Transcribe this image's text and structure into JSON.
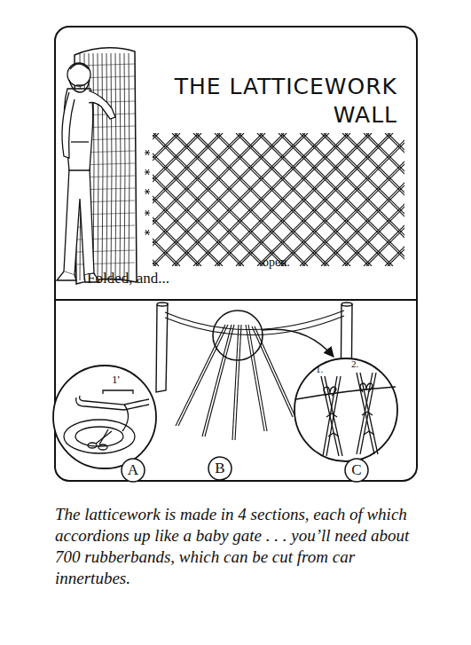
{
  "diagram": {
    "title": "THE LATTICEWORK WALL",
    "caption": "The latticework is made in 4 sections, each of which accordions up like a baby gate . . . you’ll need about 700 rubberbands, which can be cut from car innertubes.",
    "nodes": [
      {
        "text": [
          "A"
        ]
      },
      {
        "text": [
          "B"
        ]
      },
      {
        "text": [
          "C"
        ]
      }
    ],
    "labels": [
      "Folded, and...",
      "open.",
      "1'",
      "1.",
      "2."
    ]
  }
}
